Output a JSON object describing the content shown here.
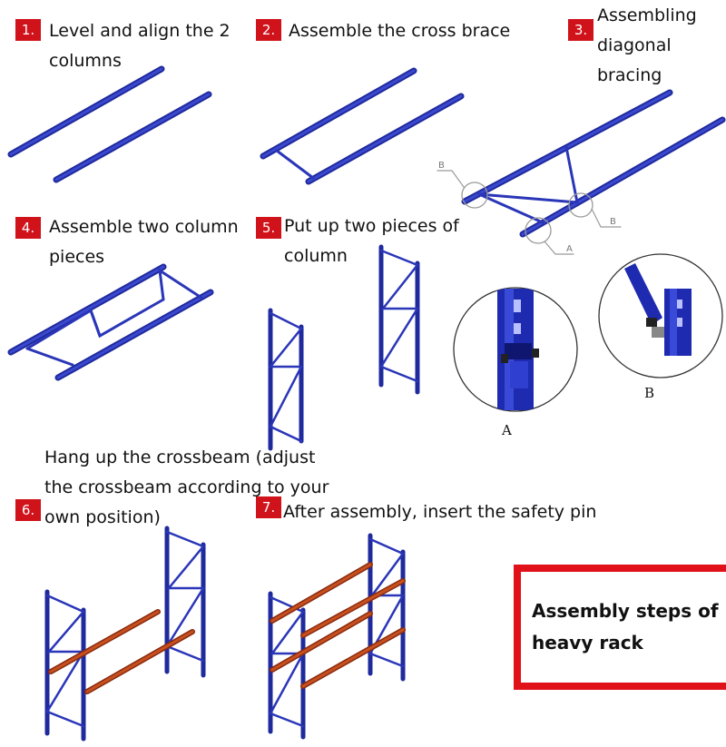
{
  "steps": [
    {
      "number": "1.",
      "text_line1": "Level and align the 2",
      "text_line2": "columns"
    },
    {
      "number": "2.",
      "text_line1": "Assemble the cross brace"
    },
    {
      "number": "3.",
      "text_line1": "Assembling",
      "text_line2": "diagonal",
      "text_line3": "bracing"
    },
    {
      "number": "4.",
      "text_line1": "Assemble two column",
      "text_line2": "pieces"
    },
    {
      "number": "5.",
      "text_line1": "Put up two pieces of",
      "text_line2": "column"
    },
    {
      "number": "6.",
      "text_line1": "Hang up the crossbeam (adjust",
      "text_line2": "the crossbeam according to your",
      "text_line3": "own position)"
    },
    {
      "number": "7.",
      "text_line1": "After assembly, insert the safety pin"
    }
  ],
  "callouts": {
    "a": "A",
    "b": "B"
  },
  "detail_labels": {
    "a": "A",
    "b": "B"
  },
  "title": {
    "line1": "Assembly steps of",
    "line2": "heavy rack"
  },
  "colors": {
    "badge": "#d0121b",
    "frame_blue": "#2a36b8",
    "beam_orange": "#c24a1c",
    "title_border": "#e1111a"
  }
}
